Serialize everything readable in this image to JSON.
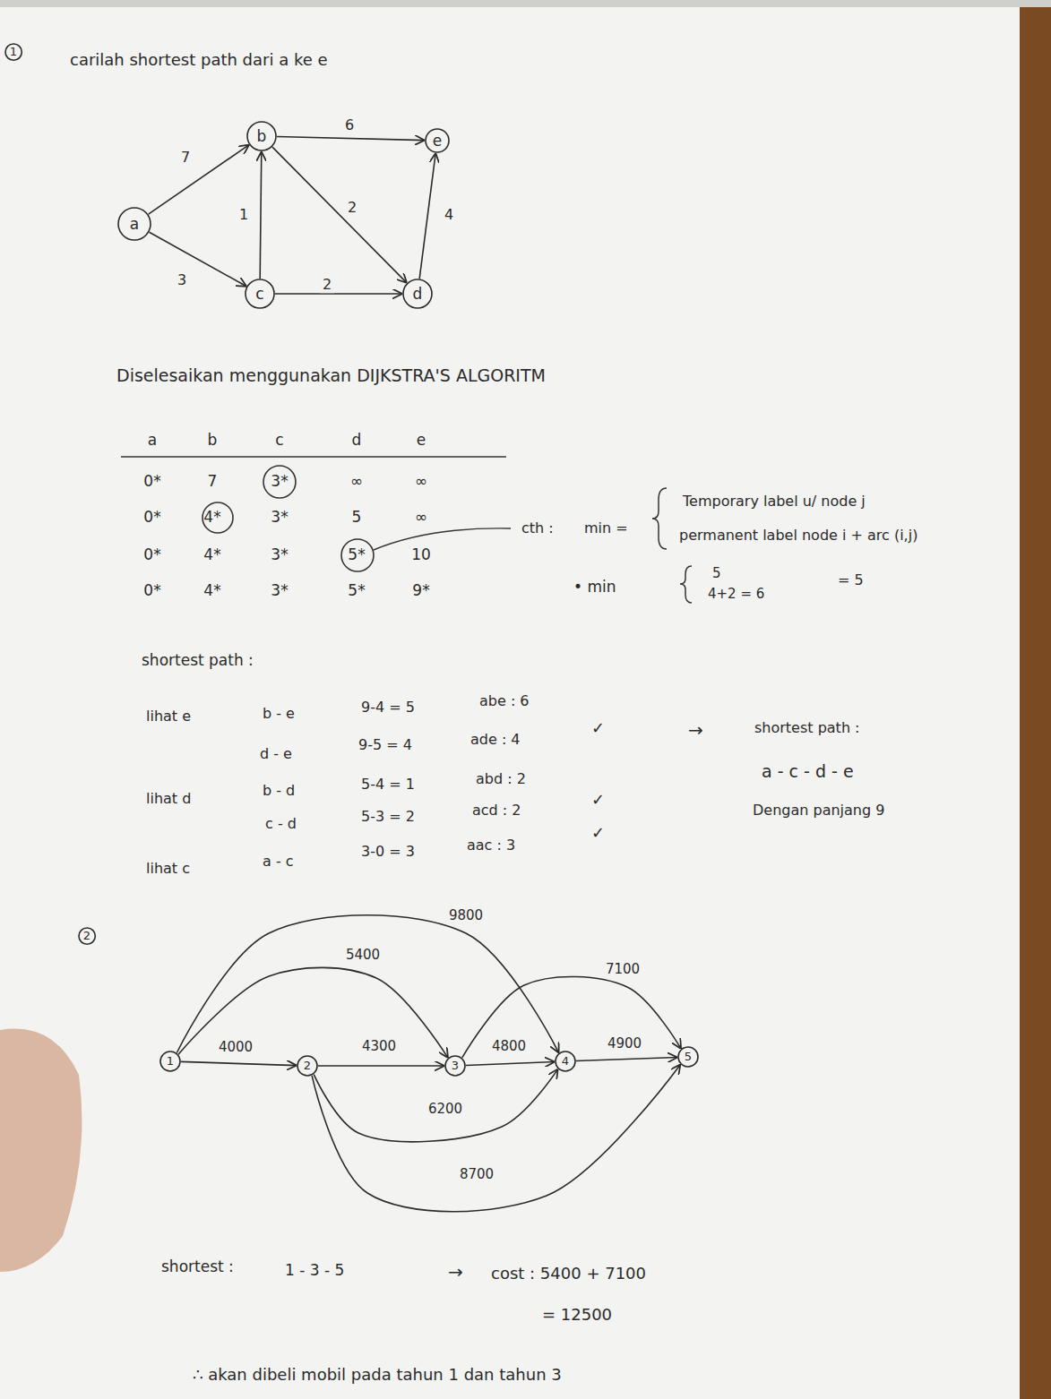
{
  "diagram": {
    "nodes": [
      {
        "text": [
          "1"
        ]
      },
      {
        "text": [
          "a"
        ]
      },
      {
        "text": [
          "b"
        ]
      },
      {
        "text": [
          "c"
        ]
      },
      {
        "text": [
          "d"
        ]
      },
      {
        "text": [
          "e"
        ]
      },
      {
        "text": [
          "2"
        ]
      },
      {
        "text": [
          "1"
        ]
      },
      {
        "text": [
          "2"
        ]
      },
      {
        "text": [
          "3"
        ]
      },
      {
        "text": [
          "4"
        ]
      },
      {
        "text": [
          "5"
        ]
      }
    ],
    "edges": [
      {
        "from": 1,
        "to": 2,
        "arrow": "to",
        "label": "7"
      },
      {
        "from": 1,
        "to": 3,
        "arrow": "to",
        "label": "3"
      },
      {
        "from": 3,
        "to": 2,
        "arrow": "to",
        "label": "1"
      },
      {
        "from": 2,
        "to": 5,
        "arrow": "to",
        "label": "6"
      },
      {
        "from": 2,
        "to": 4,
        "arrow": "to",
        "label": "2"
      },
      {
        "from": 3,
        "to": 4,
        "arrow": "to",
        "label": "2"
      },
      {
        "from": 4,
        "to": 5,
        "arrow": "to",
        "label": "4"
      },
      {
        "from": 7,
        "to": 8,
        "arrow": "to",
        "label": "4000"
      },
      {
        "from": 8,
        "to": 9,
        "arrow": "to",
        "label": "4300"
      },
      {
        "from": 9,
        "to": 10,
        "arrow": "to",
        "label": "4800"
      },
      {
        "from": 10,
        "to": 11,
        "arrow": "to",
        "label": "4900"
      },
      {
        "from": 7,
        "to": 9,
        "arrow": "to",
        "label": "5400"
      },
      {
        "from": 7,
        "to": 10,
        "arrow": "to",
        "label": "9800"
      },
      {
        "from": 9,
        "to": 11,
        "arrow": "to",
        "label": "7100"
      },
      {
        "from": 8,
        "to": 10,
        "arrow": "to",
        "label": "6200"
      },
      {
        "from": 8,
        "to": 11,
        "arrow": "to",
        "label": "8700"
      }
    ],
    "labels": [
      "carilah shortest path dari a ke e",
      "Diselesaikan menggunakan DIJKSTRA'S ALGORITM",
      "a",
      "b",
      "c",
      "d",
      "e",
      "0*",
      "7",
      "3*",
      "∞",
      "∞",
      "0*",
      "4*",
      "3*",
      "5",
      "∞",
      "0*",
      "4*",
      "3*",
      "5*",
      "10",
      "0*",
      "4*",
      "3*",
      "5*",
      "9*",
      "cth :",
      "min =",
      "Temporary label u/ node j",
      "permanent label node i + arc (i,j)",
      "• min",
      "5",
      "4+2 = 6",
      "= 5",
      "shortest path :",
      "lihat e",
      "b - e",
      "9-4 = 5",
      "abe : 6",
      "d - e",
      "9-5 = 4",
      "ade : 4",
      "✓",
      "lihat d",
      "b - d",
      "5-4 = 1",
      "abd : 2",
      "c - d",
      "5-3 = 2",
      "acd : 2",
      "✓",
      "lihat c",
      "a - c",
      "3-0 = 3",
      "aac : 3",
      "✓",
      "→",
      "shortest path :",
      "a - c - d - e",
      "Dengan panjang 9",
      "shortest :",
      "1 - 3 - 5",
      "→",
      "cost : 5400 + 7100",
      "= 12500",
      "∴ akan dibeli mobil pada tahun 1 dan tahun 3"
    ]
  }
}
